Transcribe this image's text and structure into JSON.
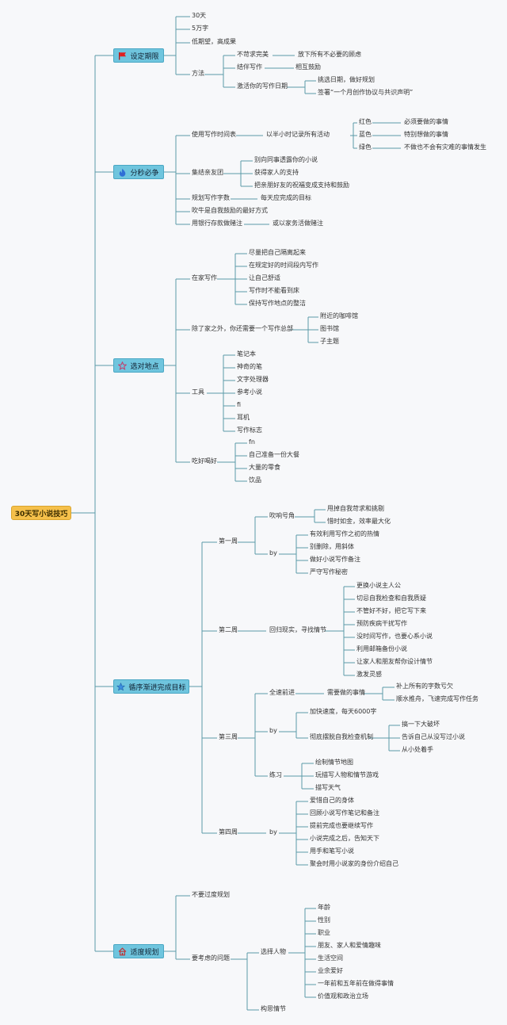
{
  "root": {
    "label": "30天写小说技巧"
  },
  "sections": {
    "s1": {
      "title": "设定期限",
      "icon": "red-flag-icon",
      "items": {
        "days": "30天",
        "words": "5万字",
        "expect": "低期望，高成果",
        "method": "方法",
        "m1": "不苛求完美",
        "m1a": "放下所有不必要的顾虑",
        "m2": "结伴写作",
        "m2a": "相互鼓励",
        "m3": "激活你的写作日期",
        "m3a": "挑选日期，做好规划",
        "m3b": "签署“一个月创作协议与共识声明”"
      }
    },
    "s2": {
      "title": "分秒必争",
      "icon": "fire-icon",
      "items": {
        "a": "使用写作时间表",
        "a1": "以半小时记录所有活动",
        "red": "红色",
        "redv": "必须要做的事情",
        "blue": "蓝色",
        "bluev": "特别想做的事情",
        "green": "绿色",
        "greenv": "不做也不会有灾难的事情发生",
        "b": "集结亲友团",
        "b1": "别向同事透露你的小说",
        "b2": "获得家人的支持",
        "b3": "把亲朋好友的祝福变成支持和鼓励",
        "c": "规划写作字数",
        "c1": "每天应完成的目标",
        "d": "吹牛是自我鼓励的最好方式",
        "e": "用银行存款做赌注",
        "e1": "或以家务活做赌注"
      }
    },
    "s3": {
      "title": "选对地点",
      "icon": "star-outline-icon",
      "items": {
        "home": "在家写作",
        "h1": "尽量把自己隔离起来",
        "h2": "在规定好的时间段内写作",
        "h3": "让自己舒适",
        "h4": "写作时不能看到床",
        "h5": "保持写作地点的整洁",
        "away": "除了家之外，你还需要一个写作总部",
        "w1": "附近的咖啡馆",
        "w2": "图书馆",
        "w3": "子主题",
        "tools": "工具",
        "t1": "笔记本",
        "t2": "神奇的笔",
        "t3": "文字处理器",
        "t4": "参考小说",
        "t5": "fi",
        "t6": "耳机",
        "t7": "写作标志",
        "food": "吃好喝好",
        "f1": "fn",
        "f2": "自己准备一份大餐",
        "f3": "大量的零食",
        "f4": "饮品"
      }
    },
    "s4": {
      "title": "循序渐进完成目标",
      "icon": "star-blue-icon",
      "items": {
        "wk1": "第一周",
        "horn": "吹响号角",
        "horn1": "甩掉自我苛求和挑剔",
        "horn2": "惜时如金，效率最大化",
        "by1": "by",
        "by1a": "有效利用写作之初的热情",
        "by1b": "别删除，用斜体",
        "by1c": "做好小说写作备注",
        "by1d": "严守写作秘密",
        "wk2": "第二周",
        "back": "回归现实，寻找情节",
        "bk1": "更换小说主人公",
        "bk2": "切忌自我检查和自我质疑",
        "bk3": "不管好不好，把它写下来",
        "bk4": "预防疾病干扰写作",
        "bk5": "没时间写作，也要心系小说",
        "bk6": "利用邮箱备份小说",
        "bk7": "让家人和朋友帮你设计情节",
        "bk8": "激发灵感",
        "wk3": "第三周",
        "full": "全速前进",
        "need": "需要做的事情",
        "need1": "补上所有的字数亏欠",
        "need2": "顺水推舟，飞速完成写作任务",
        "by3": "by",
        "by3a": "加快速度，每天6000字",
        "by3b": "彻底摆脱自我检查机制",
        "sp1": "搞一下大破坏",
        "sp2": "告诉自己从没写过小说",
        "sp3": "从小处着手",
        "prac": "练习",
        "p1": "绘制情节地图",
        "p2": "玩描写人物和情节游戏",
        "p3": "描写天气",
        "wk4": "第四周",
        "by4": "by",
        "l1": "爱惜自己的身体",
        "l2": "回顾小说写作笔记和备注",
        "l3": "提前完成也要继续写作",
        "l4": "小说完成之后，告知天下",
        "l5": "用手和笔写小说",
        "l6": "聚会时用小说家的身份介绍自己"
      }
    },
    "s5": {
      "title": "适度规划",
      "icon": "home-icon",
      "items": {
        "a": "不要过度规划",
        "b": "要考虑的问题",
        "c": "选择人物",
        "c1": "年龄",
        "c2": "性别",
        "c3": "职业",
        "c4": "朋友、家人和爱情趣味",
        "c5": "生活空间",
        "c6": "业余爱好",
        "c7": "一年前和五年前在做得事情",
        "c8": "价值观和政治立场",
        "d": "构思情节"
      }
    }
  },
  "colors": {
    "line": "#5b9aa8",
    "root_bg": "#f5c04a",
    "section_bg": "#6fc5de"
  }
}
